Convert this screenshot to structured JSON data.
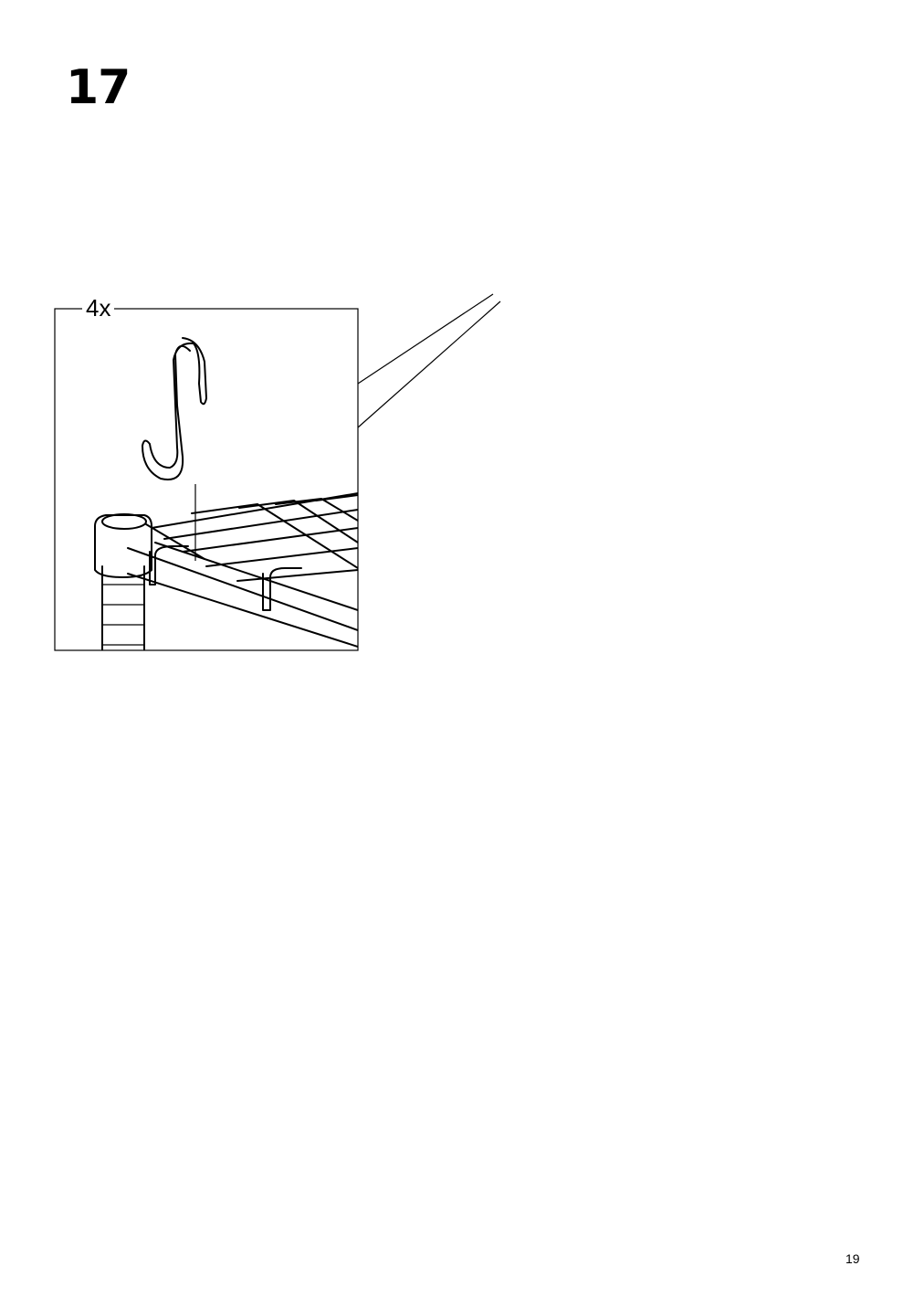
{
  "step": {
    "number": "17"
  },
  "detail_top": {
    "quantity": "4x",
    "part_icon": "s-hook-icon"
  },
  "detail_bottom": {
    "action_icon": "arrow-down-icon"
  },
  "footer": {
    "page_number": "19"
  }
}
